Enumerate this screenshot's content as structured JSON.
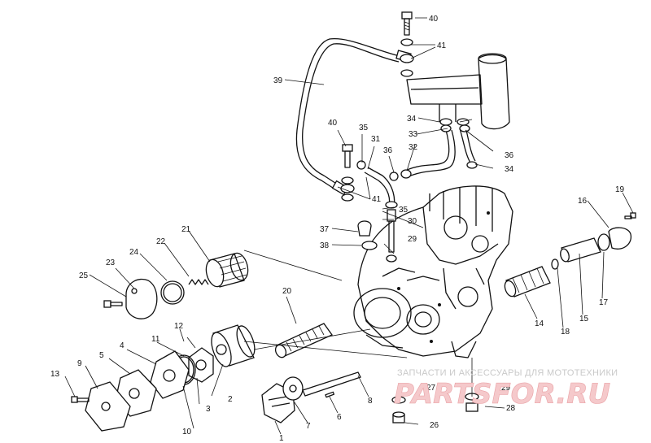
{
  "labels": {
    "l1": "1",
    "l2": "2",
    "l3": "3",
    "l4": "4",
    "l5": "5",
    "l6": "6",
    "l7": "7",
    "l8": "8",
    "l9": "9",
    "l10": "10",
    "l11": "11",
    "l12": "12",
    "l13": "13",
    "l14": "14",
    "l15": "15",
    "l16": "16",
    "l17": "17",
    "l18": "18",
    "l19": "19",
    "l20": "20",
    "l21": "21",
    "l22": "22",
    "l23": "23",
    "l24": "24",
    "l25": "25",
    "l26": "26",
    "l27": "27",
    "l28": "28",
    "l29a": "29",
    "l29b": "29",
    "l30": "30",
    "l31": "31",
    "l32": "32",
    "l33": "33",
    "l34a": "34",
    "l34b": "34",
    "l35a": "35",
    "l35b": "35",
    "l36a": "36",
    "l36b": "36",
    "l37": "37",
    "l38": "38",
    "l39": "39",
    "l40a": "40",
    "l40b": "40",
    "l41a": "41",
    "l41b": "41"
  },
  "watermark": {
    "tagline": "ЗАПЧАСТИ И АКСЕССУАРЫ ДЛЯ МОТОТЕХНИКИ",
    "logo": "PARTSFOR.RU"
  }
}
